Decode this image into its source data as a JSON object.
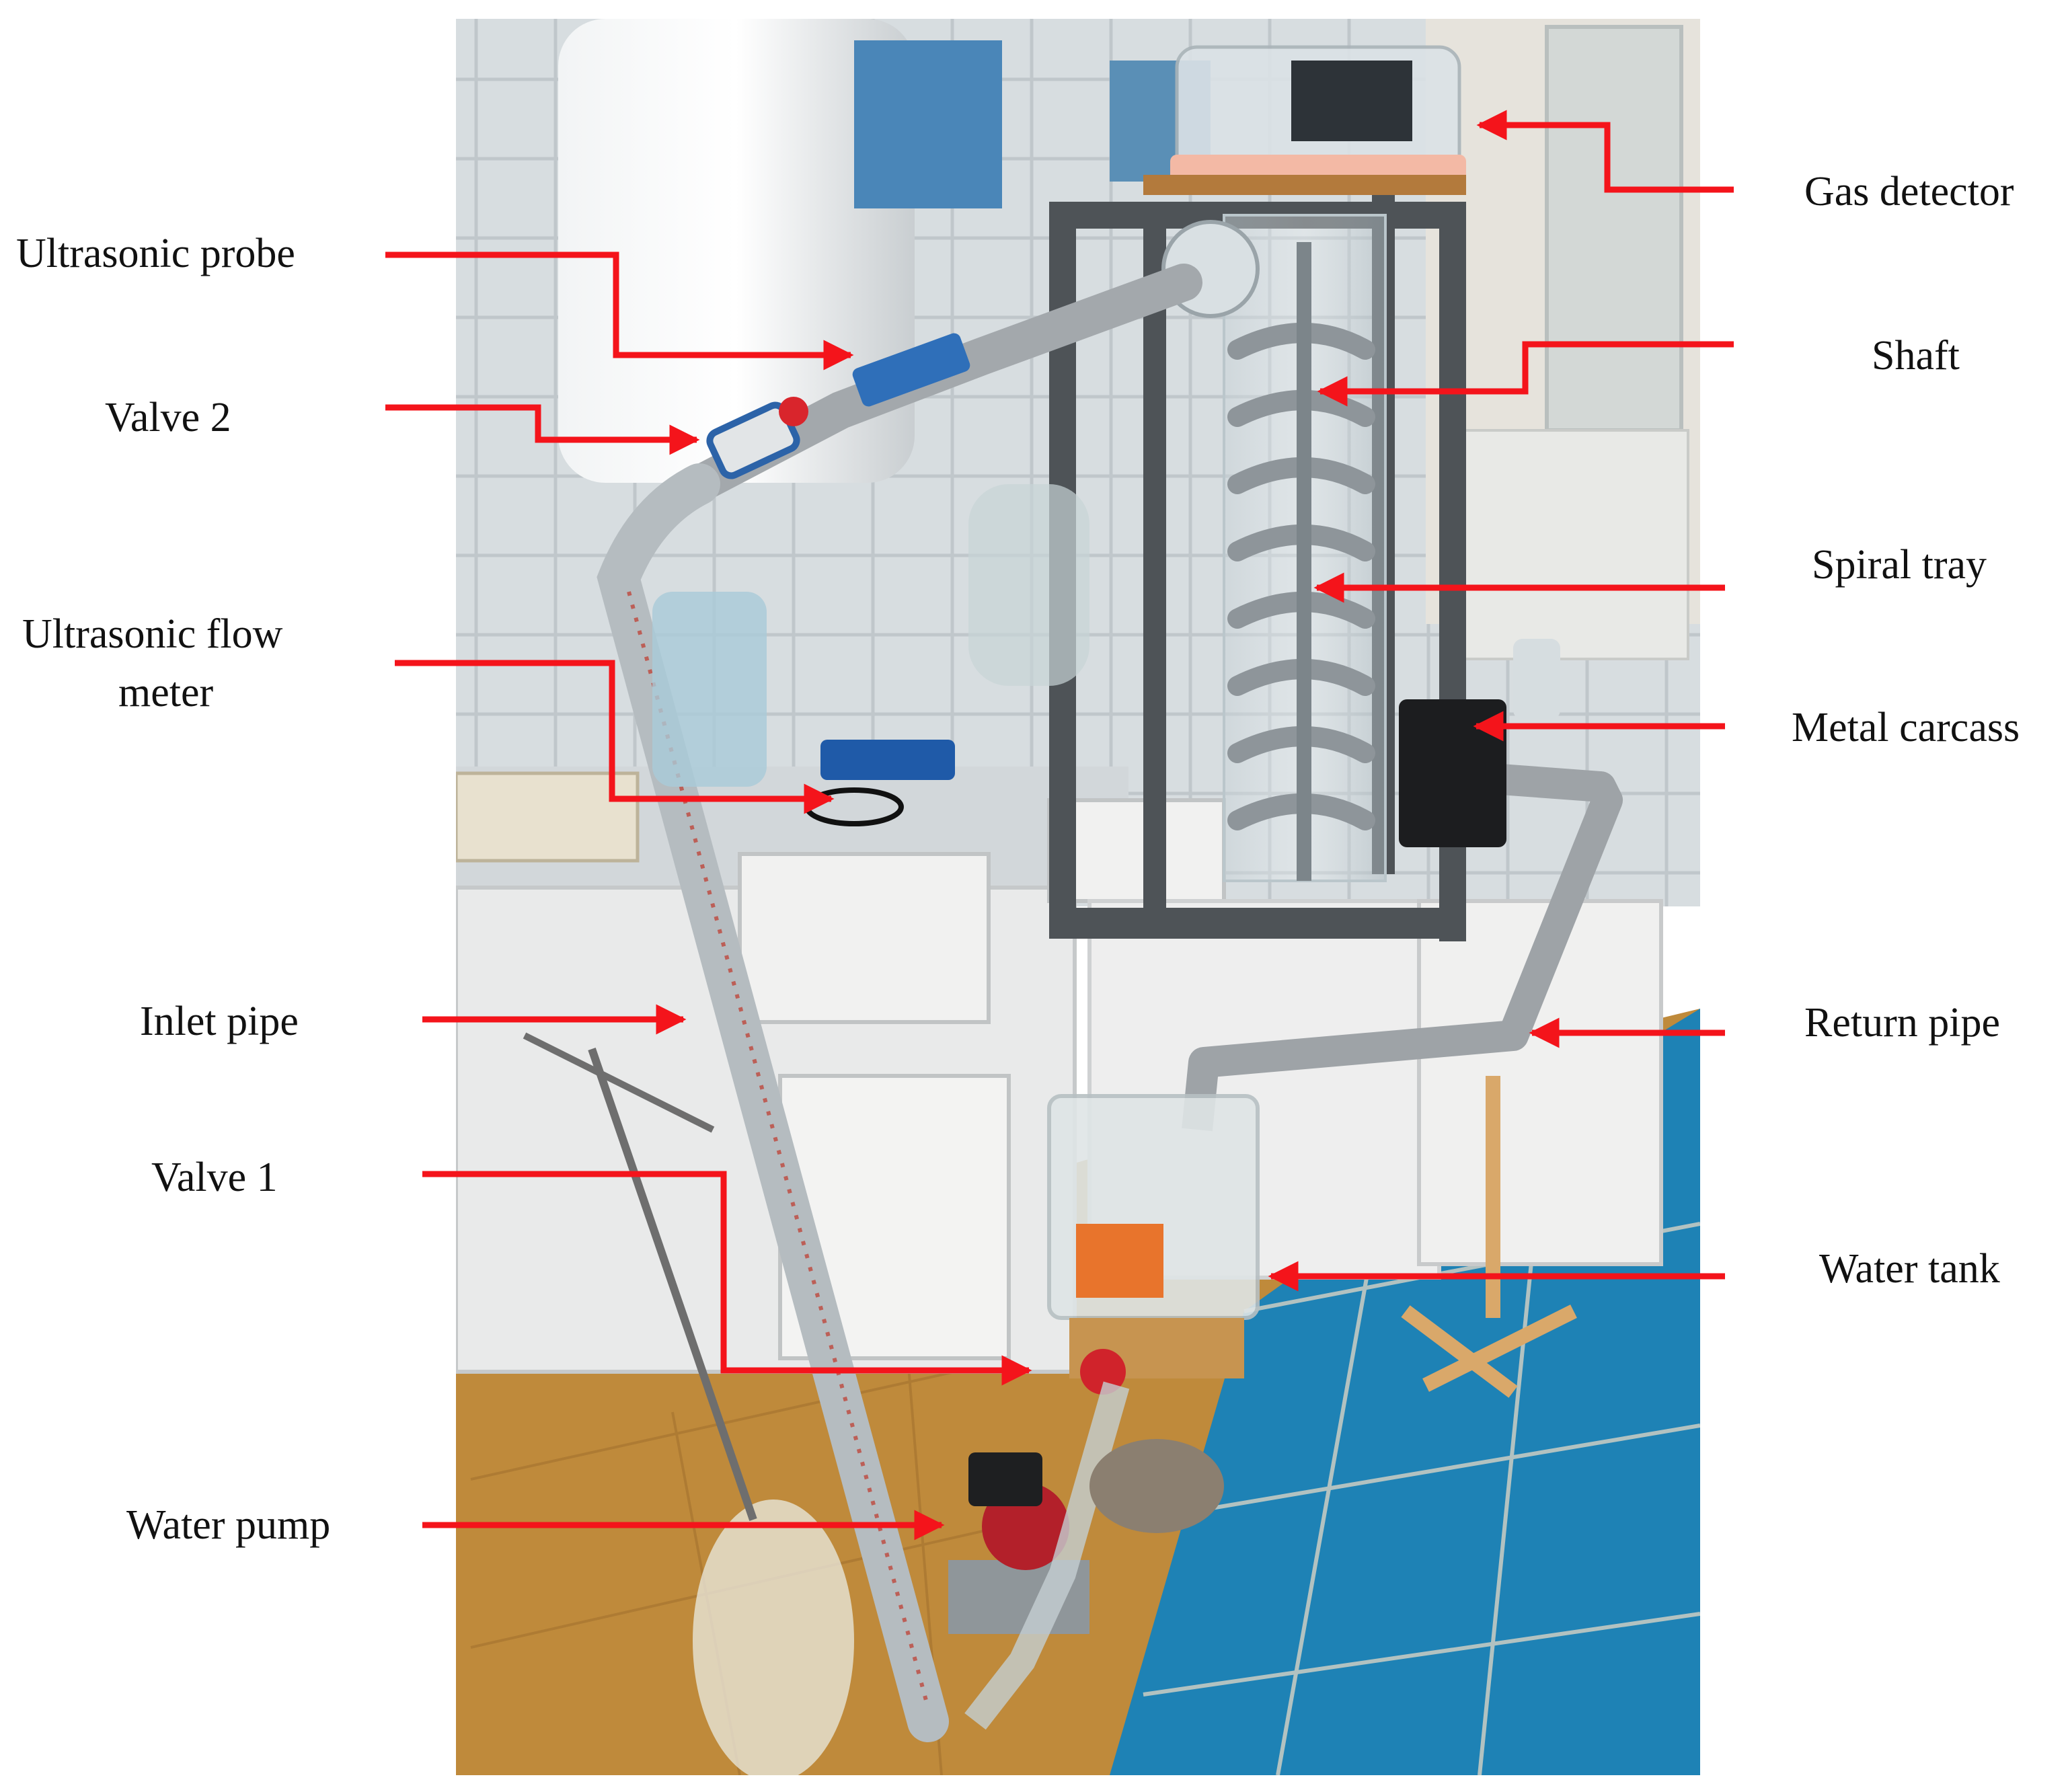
{
  "colors": {
    "arrow": "#f4141b",
    "wall_tile": "#d6dcdf",
    "floor_blue": "#1e82b5",
    "floor_tan": "#bf8a3b",
    "cabinet": "#e9eaea",
    "frame": "#4e5357",
    "pipe_gray": "#9ea3a7",
    "text": "#111111"
  },
  "labels": {
    "gas_detector": "Gas detector",
    "ultrasonic_probe": "Ultrasonic probe",
    "shaft": "Shaft",
    "valve_2": "Valve 2",
    "spiral_tray": "Spiral tray",
    "ultrasonic_flow_meter_line1": "Ultrasonic flow",
    "ultrasonic_flow_meter_line2": "meter",
    "metal_carcass": "Metal carcass",
    "inlet_pipe": "Inlet pipe",
    "return_pipe": "Return pipe",
    "valve_1": "Valve 1",
    "water_tank": "Water tank",
    "water_pump": "Water pump"
  }
}
